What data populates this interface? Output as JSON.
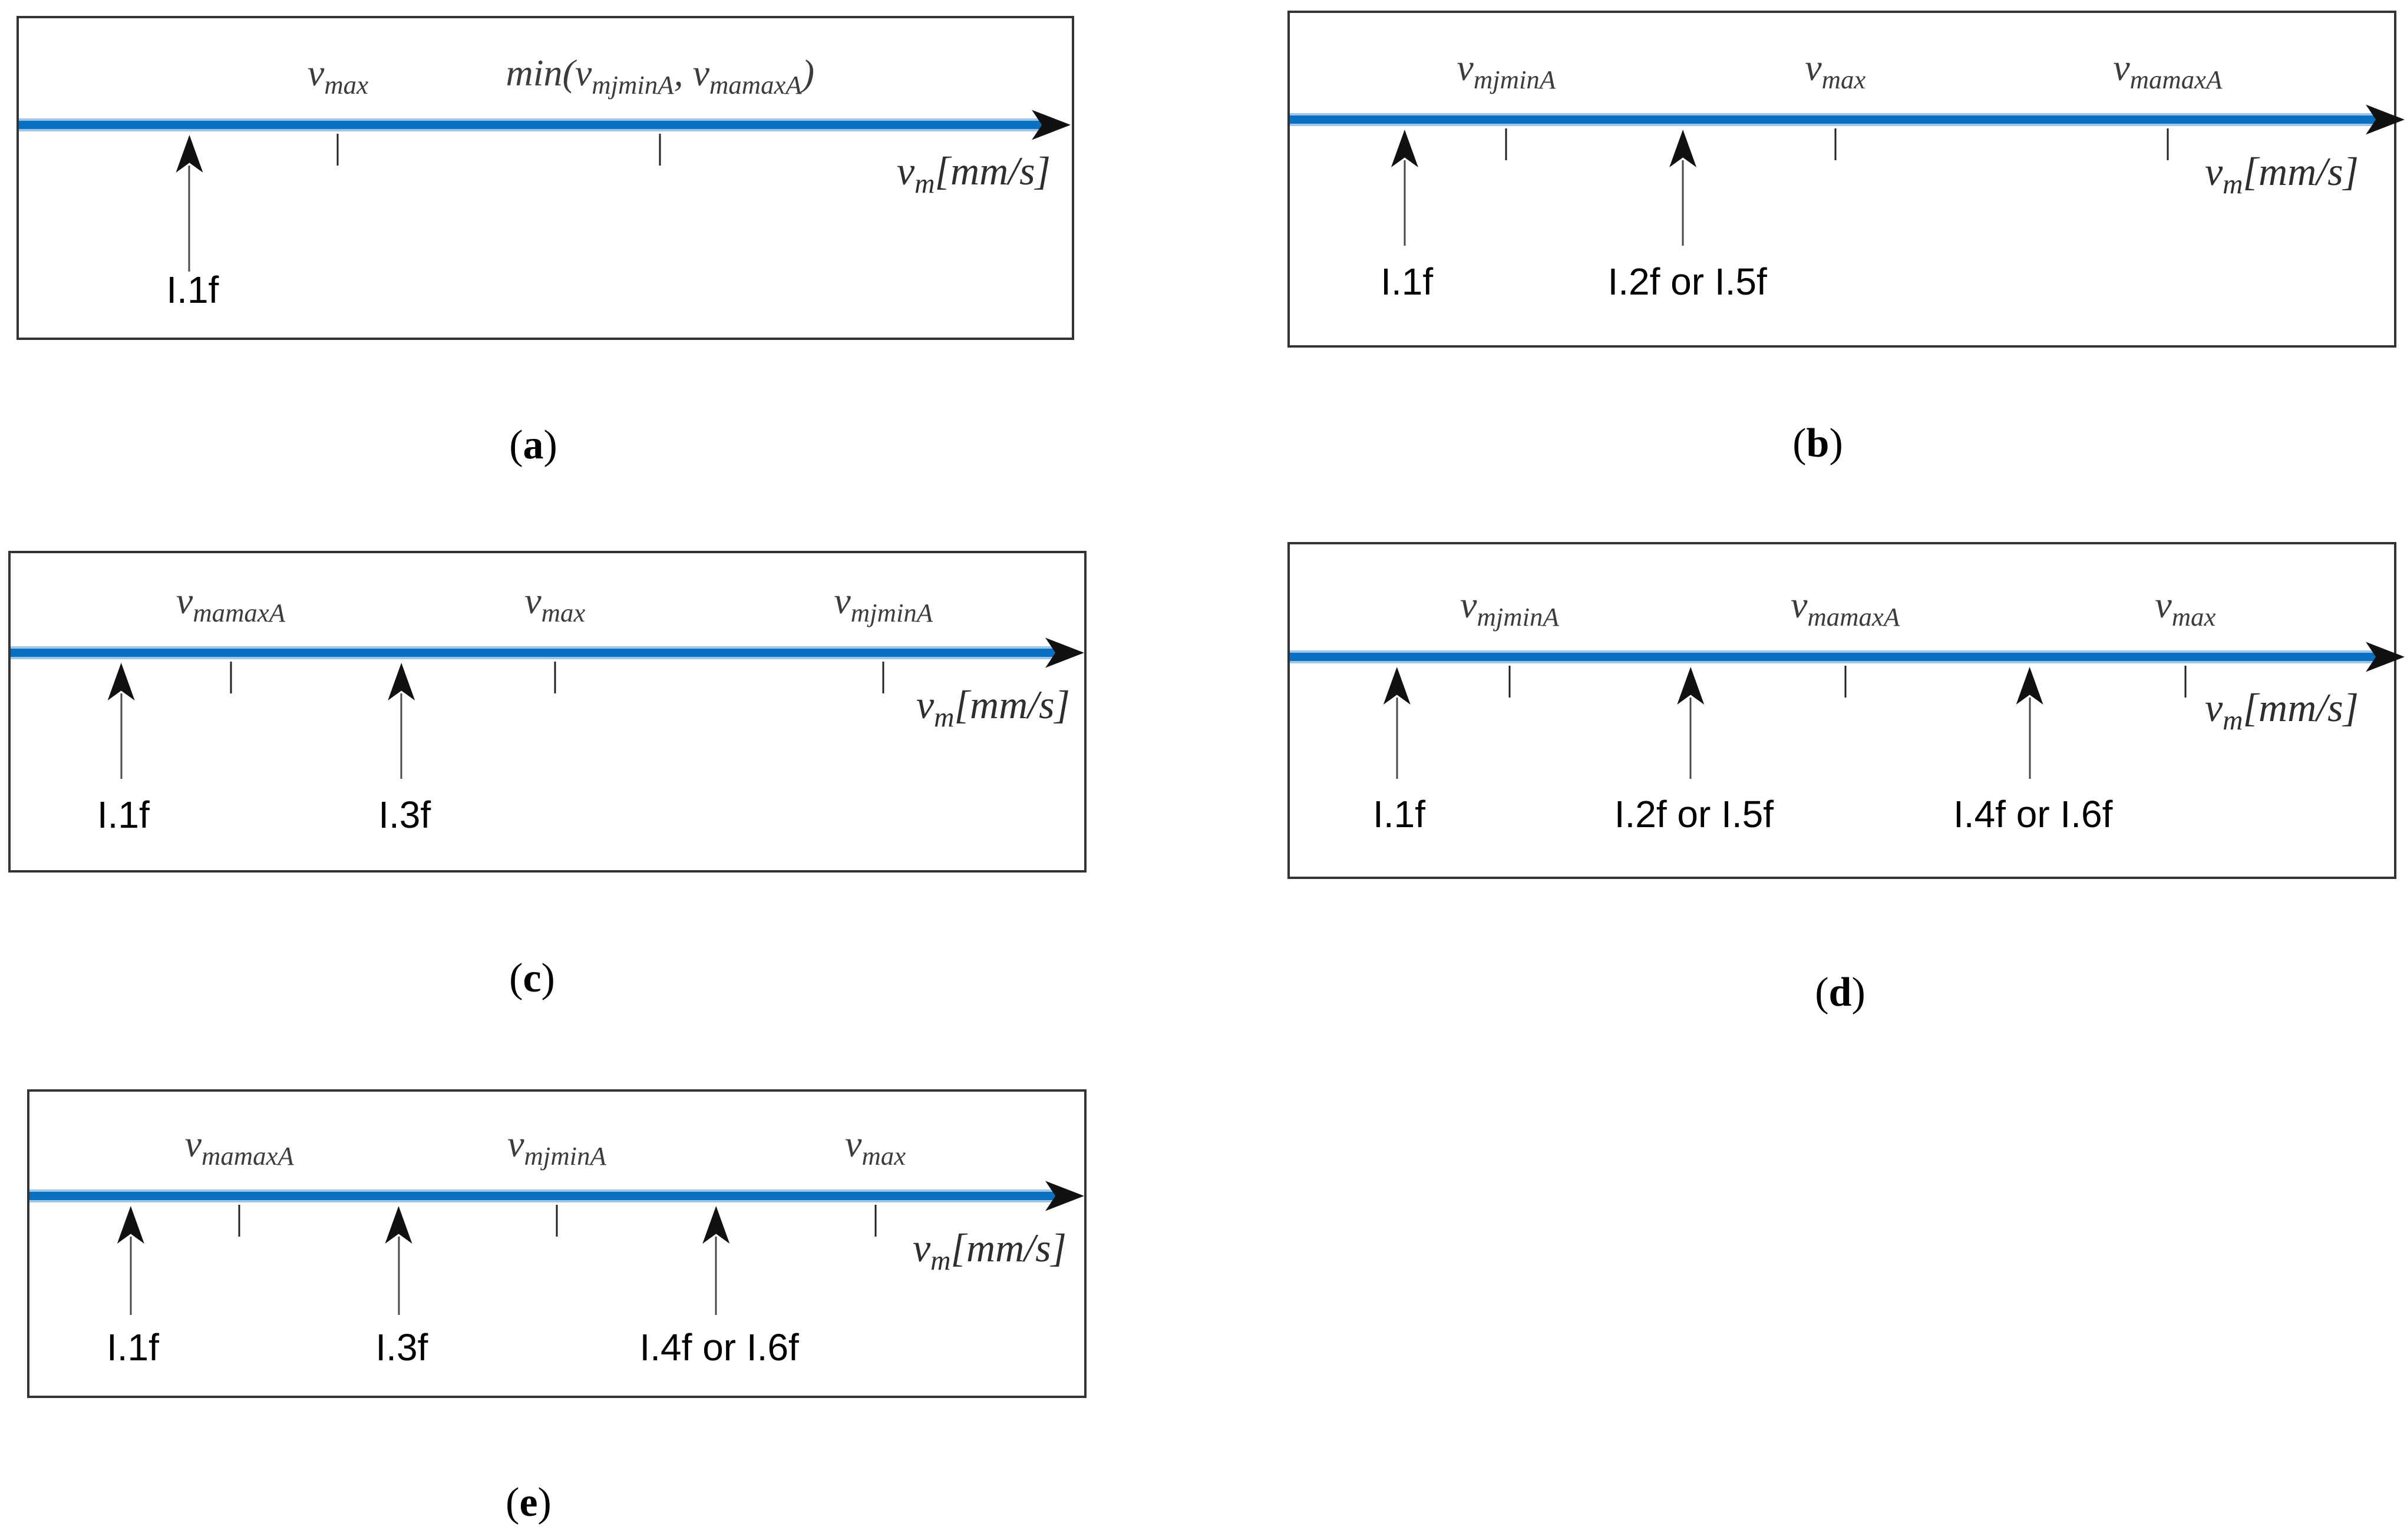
{
  "unit_label": {
    "base": "v",
    "sub": "m",
    "bracket": "[mm/s]"
  },
  "colors": {
    "axis_blue": "#0a70c1",
    "axis_blue_light": "#9ec6e8",
    "tick_label_gray": "#3c3c3c",
    "black": "#000000"
  },
  "panels": {
    "a": {
      "caption": {
        "open": "(",
        "letter": "a",
        "close": ")"
      },
      "ticks": [
        {
          "base": "v",
          "sub": "max"
        },
        {
          "pre": "min(",
          "base": "v",
          "sub": "mjminA",
          "mid": ", ",
          "base2": "v",
          "sub2": "mamaxA",
          "post": ")"
        }
      ],
      "arrows": [
        "I.1f"
      ]
    },
    "b": {
      "caption": {
        "open": "(",
        "letter": "b",
        "close": ")"
      },
      "ticks": [
        {
          "base": "v",
          "sub": "mjminA"
        },
        {
          "base": "v",
          "sub": "max"
        },
        {
          "base": "v",
          "sub": "mamaxA"
        }
      ],
      "arrows": [
        "I.1f",
        "I.2f or I.5f"
      ]
    },
    "c": {
      "caption": {
        "open": "(",
        "letter": "c",
        "close": ")"
      },
      "ticks": [
        {
          "base": "v",
          "sub": "mamaxA"
        },
        {
          "base": "v",
          "sub": "max"
        },
        {
          "base": "v",
          "sub": "mjminA"
        }
      ],
      "arrows": [
        "I.1f",
        "I.3f"
      ]
    },
    "d": {
      "caption": {
        "open": "(",
        "letter": "d",
        "close": ")"
      },
      "ticks": [
        {
          "base": "v",
          "sub": "mjminA"
        },
        {
          "base": "v",
          "sub": "mamaxA"
        },
        {
          "base": "v",
          "sub": "max"
        }
      ],
      "arrows": [
        "I.1f",
        "I.2f or I.5f",
        "I.4f or I.6f"
      ]
    },
    "e": {
      "caption": {
        "open": "(",
        "letter": "e",
        "close": ")"
      },
      "ticks": [
        {
          "base": "v",
          "sub": "mamaxA"
        },
        {
          "base": "v",
          "sub": "mjminA"
        },
        {
          "base": "v",
          "sub": "max"
        }
      ],
      "arrows": [
        "I.1f",
        "I.3f",
        "I.4f or I.6f"
      ]
    }
  }
}
